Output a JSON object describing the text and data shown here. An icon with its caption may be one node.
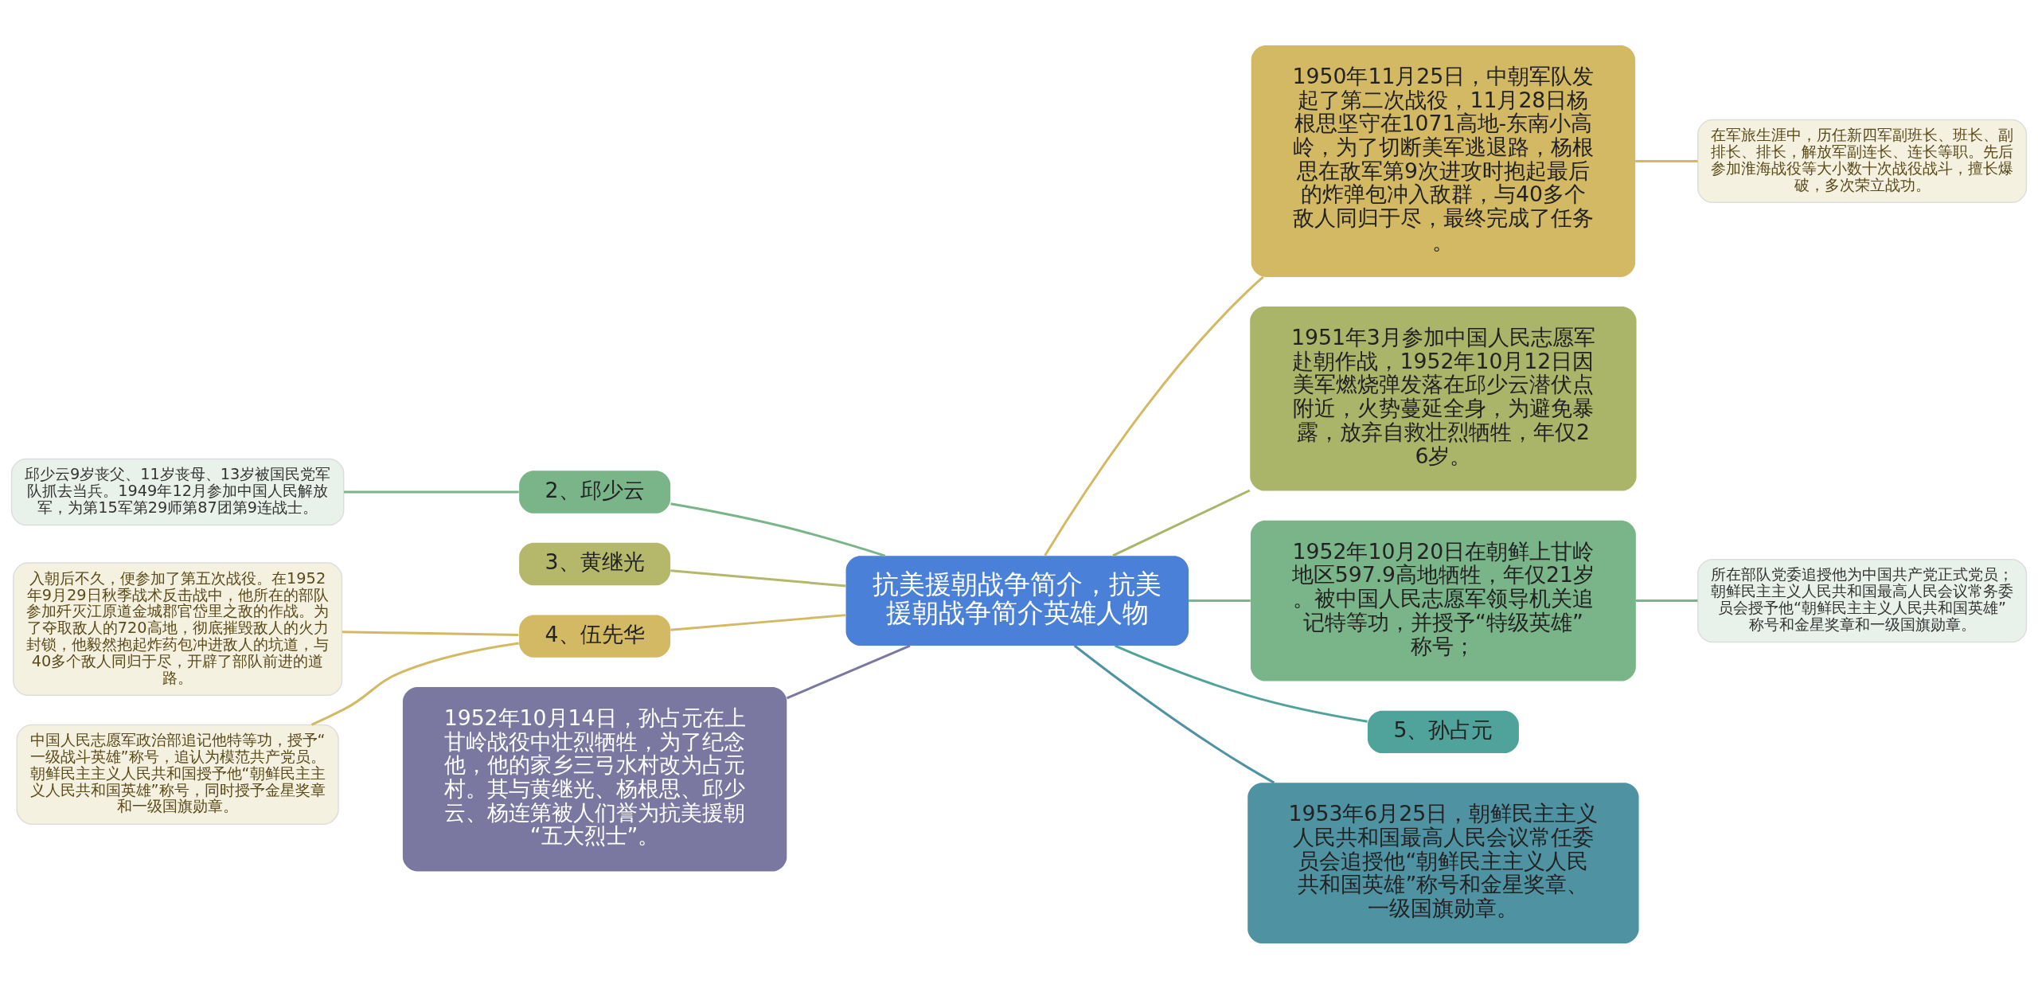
{
  "diagram": {
    "nodes": [
      {
        "text": [
          "抗美援朝战争简介，抗美援朝战争简介英雄人物"
        ]
      },
      {
        "text": [
          "2、邱少云"
        ]
      },
      {
        "text": [
          "邱少云9岁丧父、11岁丧母、13岁被国民党军队抓去当兵。1949年12月参加中国人民解放军，为第15军第29师第87团第9连战士。"
        ]
      },
      {
        "text": [
          "3、黄继光"
        ]
      },
      {
        "text": [
          "4、伍先华"
        ]
      },
      {
        "text": [
          "入朝后不久，便参加了第五次战役。在1952年9月29日秋季战术反击战中，他所在的部队参加歼灭江原道金城郡官岱里之敌的作战。为了夺取敌人的720高地，彻底摧毁敌人的火力封锁，他毅然抱起炸药包冲进敌人的坑道，与40多个敌人同归于尽，开辟了部队前进的道路。"
        ]
      },
      {
        "text": [
          "中国人民志愿军政治部追记他特等功，授予“一级战斗英雄”称号，追认为模范共产党员。朝鲜民主主义人民共和国授予他“朝鲜民主主义人民共和国英雄”称号，同时授予金星奖章和一级国旗勋章。"
        ]
      },
      {
        "text": [
          "1952年10月14日，孙占元在上甘岭战役中壮烈牺牲，为了纪念他，他的家乡三弓水村改为占元村。其与黄继光、杨根思、邱少云、杨连第被人们誉为抗美援朝“五大烈士”。"
        ]
      },
      {
        "text": [
          "1950年11月25日，中朝军队发起了第二次战役，11月28日杨根思坚守在1071高地-东南小高岭，为了切断美军逃退路，杨根思在敌军第9次进攻时抱起最后的炸弹包冲入敌群，与40多个敌人同归于尽，最终完成了任务。"
        ]
      },
      {
        "text": [
          "在军旅生涯中，历任新四军副班长、班长、副排长、排长，解放军副连长、连长等职。先后参加淮海战役等大小数十次战役战斗，擅长爆破，多次荣立战功。"
        ]
      },
      {
        "text": [
          "1951年3月参加中国人民志愿军赴朝作战，1952年10月12日因美军燃烧弹发落在邱少云潜伏点附近，火势蔓延全身，为避免暴露，放弃自救壮烈牺牲，年仅26岁。"
        ]
      },
      {
        "text": [
          "1952年10月20日在朝鲜上甘岭地区597.9高地牺牲，年仅21岁。被中国人民志愿军领导机关追记特等功，并授予“特级英雄”称号；"
        ]
      },
      {
        "text": [
          "所在部队党委追授他为中国共产党正式党员；朝鲜民主主义人民共和国最高人民会议常务委员会授予他“朝鲜民主主义人民共和国英雄”称号和金星奖章和一级国旗勋章。"
        ]
      },
      {
        "text": [
          "5、孙占元"
        ]
      },
      {
        "text": [
          "1953年6月25日，朝鲜民主主义人民共和国最高人民会议常任委员会追授他“朝鲜民主主义人民共和国英雄”称号和金星奖章、一级国旗勋章。"
        ]
      }
    ],
    "edges": [
      {
        "from": 0,
        "to": 1,
        "arrow": "none",
        "color": "#7ab58a"
      },
      {
        "from": 1,
        "to": 2,
        "arrow": "none",
        "color": "#7ab58a"
      },
      {
        "from": 0,
        "to": 3,
        "arrow": "none",
        "color": "#b5b86a"
      },
      {
        "from": 0,
        "to": 4,
        "arrow": "none",
        "color": "#d4b964"
      },
      {
        "from": 4,
        "to": 5,
        "arrow": "none",
        "color": "#d4b964"
      },
      {
        "from": 4,
        "to": 6,
        "arrow": "none",
        "color": "#d4b964"
      },
      {
        "from": 0,
        "to": 7,
        "arrow": "none",
        "color": "#7a78a0"
      },
      {
        "from": 0,
        "to": 8,
        "arrow": "none",
        "color": "#d4b964"
      },
      {
        "from": 8,
        "to": 9,
        "arrow": "none",
        "color": "#d4b964"
      },
      {
        "from": 0,
        "to": 10,
        "arrow": "none",
        "color": "#abb56a"
      },
      {
        "from": 0,
        "to": 11,
        "arrow": "none",
        "color": "#7ab58a"
      },
      {
        "from": 11,
        "to": 12,
        "arrow": "none",
        "color": "#7ab58a"
      },
      {
        "from": 0,
        "to": 13,
        "arrow": "none",
        "color": "#4fa39a"
      },
      {
        "from": 0,
        "to": 14,
        "arrow": "none",
        "color": "#4f93a3"
      }
    ]
  }
}
